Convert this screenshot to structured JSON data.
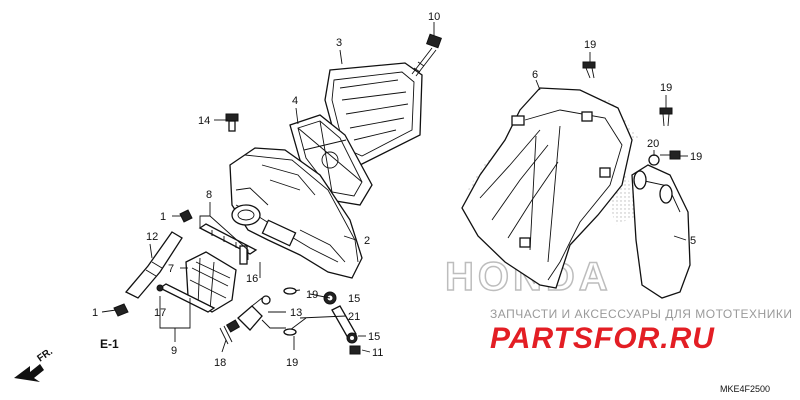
{
  "diagram": {
    "callouts": {
      "c1a": "1",
      "c1b": "1",
      "c2": "2",
      "c3": "3",
      "c4": "4",
      "c5": "5",
      "c6": "6",
      "c7": "7",
      "c8": "8",
      "c9": "9",
      "c10": "10",
      "c11": "11",
      "c12": "12",
      "c13": "13",
      "c14": "14",
      "c15a": "15",
      "c15b": "15",
      "c16": "16",
      "c17": "17",
      "c18": "18",
      "c19a": "19",
      "c19b": "19",
      "c19c": "19",
      "c19d": "19",
      "c19e": "19",
      "c20": "20",
      "c21": "21"
    },
    "group_ref": "E-1",
    "front_label": "FR.",
    "watermark_text": "HONDA",
    "shop_caption": "ЗАПЧАСТИ И АКСЕССУАРЫ ДЛЯ МОТОТЕХНИКИ",
    "shop_logo": "PARTSFOR.RU",
    "diagram_code": "MKE4F2500",
    "colors": {
      "ink": "#111111",
      "logo_red": "#e31e24",
      "caption_grey": "#999999",
      "watermark_grey": "#b9b9b9"
    }
  }
}
